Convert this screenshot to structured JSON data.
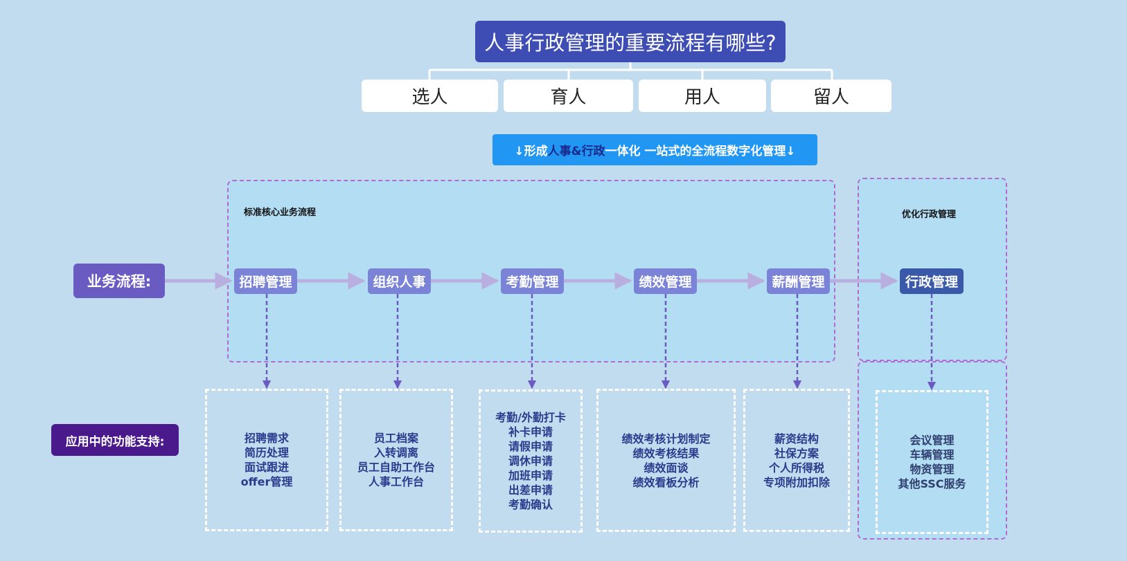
{
  "title": "人事行政管理的重要流程有哪些?",
  "categories": [
    "选人",
    "育人",
    "用人",
    "留人"
  ],
  "banner": {
    "prefix": "↓形成",
    "highlight": "人事&行政",
    "suffix": "一体化 一站式的全流程数字化管理↓"
  },
  "regions": {
    "core_label": "标准核心业务流程",
    "admin_label": "优化行政管理"
  },
  "row_labels": {
    "flow": "业务流程:",
    "functions": "应用中的功能支持:"
  },
  "steps": [
    "招聘管理",
    "组织人事",
    "考勤管理",
    "绩效管理",
    "薪酬管理",
    "行政管理"
  ],
  "functions": [
    [
      "招聘需求",
      "简历处理",
      "面试跟进",
      "offer管理"
    ],
    [
      "员工档案",
      "入转调离",
      "员工自助工作台",
      "人事工作台"
    ],
    [
      "考勤/外勤打卡",
      "补卡申请",
      "请假申请",
      "调休申请",
      "加班申请",
      "出差申请",
      "考勤确认"
    ],
    [
      "绩效考核计划制定",
      "绩效考核结果",
      "绩效面谈",
      "绩效看板分析"
    ],
    [
      "薪资结构",
      "社保方案",
      "个人所得税",
      "专项附加扣除"
    ],
    [
      "会议管理",
      "车辆管理",
      "物资管理",
      "其他SSC服务"
    ]
  ],
  "colors": {
    "background": "#c2dcef",
    "title_bg": "#3e4db3",
    "banner_bg": "#2196f3",
    "step_bg": "#7b83d6",
    "admin_step_bg": "#3a59a8",
    "region_border": "#b06bd3",
    "flow_arrow": "#b8aee0",
    "down_arrow": "#6a5bc2"
  }
}
